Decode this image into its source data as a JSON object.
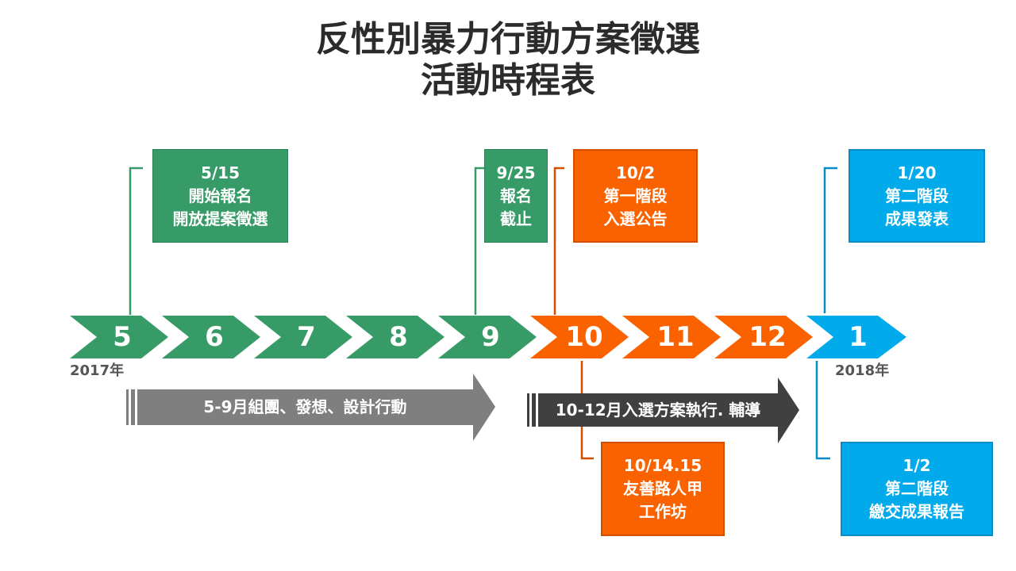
{
  "title": {
    "line1": "反性別暴力行動方案徵選",
    "line2": "活動時程表"
  },
  "colors": {
    "green": "#379b68",
    "orange": "#fa6200",
    "blue": "#00aaeb",
    "gray": "#7f7f7f",
    "dark": "#404040"
  },
  "timeline": {
    "months": [
      "5",
      "6",
      "7",
      "8",
      "9",
      "10",
      "11",
      "12",
      "1"
    ],
    "year_start": "2017年",
    "year_end": "2018年"
  },
  "phases": [
    {
      "label": "5-9月組團、發想、設計行動"
    },
    {
      "label": "10-12月入選方案執行. 輔導"
    }
  ],
  "milestones": [
    {
      "date": "5/15",
      "lines": [
        "開始報名",
        "開放提案徵選"
      ]
    },
    {
      "date": "9/25",
      "lines": [
        "報名",
        "截止"
      ]
    },
    {
      "date": "10/2",
      "lines": [
        "第一階段",
        "入選公告"
      ]
    },
    {
      "date": "1/20",
      "lines": [
        "第二階段",
        "成果發表"
      ]
    },
    {
      "date": "10/14.15",
      "lines": [
        "友善路人甲",
        "工作坊"
      ]
    },
    {
      "date": "1/2",
      "lines": [
        "第二階段",
        "繳交成果報告"
      ]
    }
  ]
}
